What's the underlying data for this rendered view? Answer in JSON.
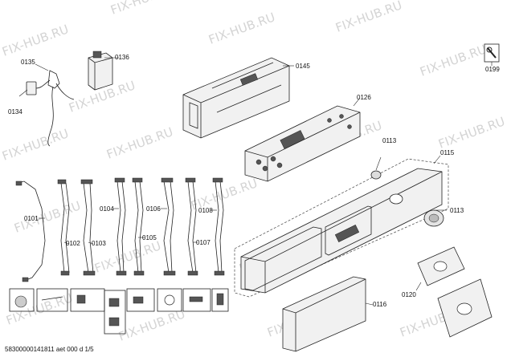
{
  "watermark": "FIX-HUB.RU",
  "footer": "58300000141811 aet 000 d 1/5",
  "labels": {
    "p0135": "0135",
    "p0136": "0136",
    "p0134": "0134",
    "p0145": "0145",
    "p0199": "0199",
    "p0126": "0126",
    "p0113a": "0113",
    "p0115": "0115",
    "p0113b": "0113",
    "p0101": "0101",
    "p0102": "0102",
    "p0103": "0103",
    "p0104": "0104",
    "p0105": "0105",
    "p0106": "0106",
    "p0107": "0107",
    "p0108": "0108",
    "p0116": "0116",
    "p0120": "0120"
  }
}
